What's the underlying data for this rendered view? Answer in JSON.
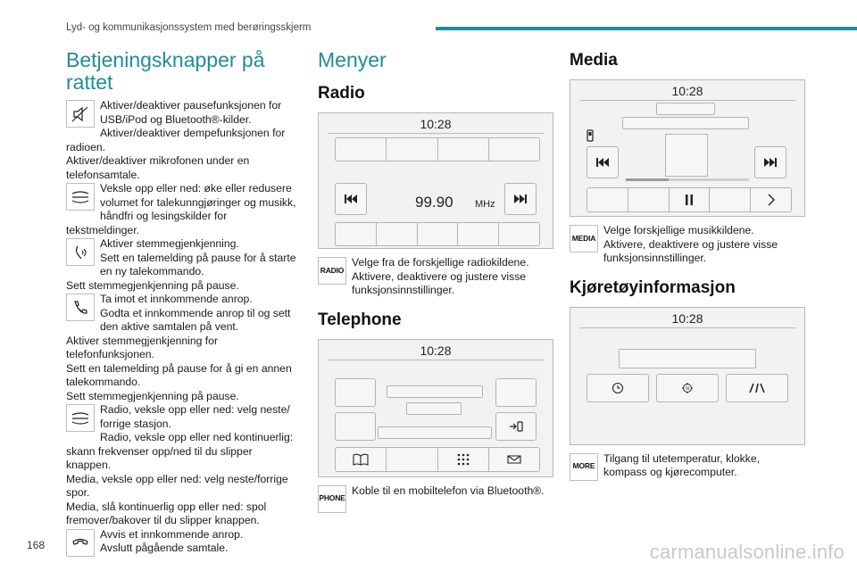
{
  "header": {
    "title": "Lyd- og kommunikasjonssystem med berøringsskjerm"
  },
  "page_number": "168",
  "watermark": "carmanualsonline.info",
  "col1": {
    "title": "Betjeningsknapper på rattet",
    "entries": [
      {
        "icon": "mute-speaker-icon",
        "text": [
          "Aktiver/deaktiver pausefunksjonen for USB/iPod og Bluetooth®-kilder.",
          "Aktiver/deaktiver dempefunksjonen for radioen.",
          "Aktiver/deaktiver mikrofonen under en telefonsamtale."
        ]
      },
      {
        "icon": "volume-rocker-icon",
        "text": [
          "Vekslе opp eller ned: øke eller redusere volumet for talekunngjøringer og musikk, håndfri og lesingskilder for tekstmeldinger."
        ]
      },
      {
        "icon": "voice-command-icon",
        "text": [
          "Aktiver stemmegjenkjenning.",
          "Sett en talemelding på pause for å starte en ny talekommando.",
          "Sett stemmegjenkjenning på pause."
        ]
      },
      {
        "icon": "phone-answer-icon",
        "text": [
          "Ta imot et innkommende anrop.",
          "Godta et innkommende anrop til og sett den aktive samtalen på vent.",
          "Aktiver stemmegjenkjenning for telefonfunksjonen.",
          "Sett en talemelding på pause for å gi en annen talekommando.",
          "Sett stemmegjenkjenning på pause."
        ]
      },
      {
        "icon": "seek-rocker-icon",
        "text": [
          "Radio, veksle opp eller ned: velg neste/ forrige stasjon.",
          "Radio, veksle opp eller ned kontinuerlig: skann frekvenser opp/ned til du slipper knappen.",
          "Media, veksle opp eller ned: velg neste/forrige spor.",
          "Media, slå kontinuerlig opp eller ned: spol fremover/bakover til du slipper knappen."
        ]
      },
      {
        "icon": "phone-hangup-icon",
        "text": [
          "Avvis et innkommende anrop.",
          "Avslutt pågående samtale."
        ]
      }
    ]
  },
  "col2": {
    "title": "Menyer",
    "radio": {
      "title": "Radio",
      "clock": "10:28",
      "frequency": "99.90",
      "unit": "MHz",
      "tag": "RADIO",
      "text": [
        "Velge fra de forskjellige radiokildene.",
        "Aktivere, deaktivere og justere visse funksjonsinnstillinger."
      ]
    },
    "telephone": {
      "title": "Telephone",
      "clock": "10:28",
      "tag": "PHONE",
      "text": [
        "Koble til en mobiltelefon via Bluetooth®."
      ]
    }
  },
  "col3": {
    "media": {
      "title": "Media",
      "clock": "10:28",
      "progress": 0.35,
      "tag": "MEDIA",
      "text": [
        "Velge forskjellige musikkildene.",
        "Aktivere, deaktivere og justere visse funksjonsinnstillinger."
      ]
    },
    "vehicle": {
      "title": "Kjøretøyinformasjon",
      "clock": "10:28",
      "tag": "MORE",
      "text": [
        "Tilgang til utetemperatur, klokke, kompass og kjørecomputer."
      ]
    }
  },
  "colors": {
    "accent": "#1f8d9a"
  }
}
